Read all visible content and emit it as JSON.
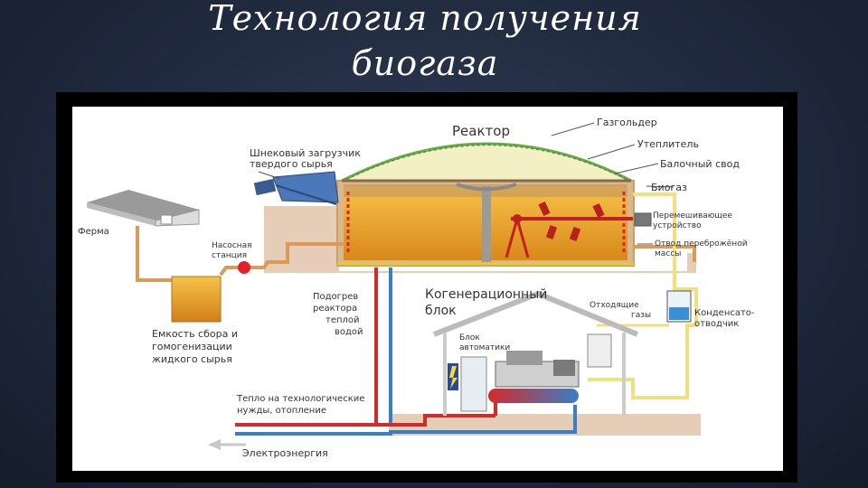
{
  "title": {
    "line1": "Технология получения",
    "line2": "биогаза"
  },
  "labels": {
    "reactor": "Реактор",
    "gasholder": "Газгольдер",
    "insulation": "Утеплитель",
    "beam_vault": "Балочный свод",
    "biogas": "Биогаз",
    "mixer_1": "Перемешивающее",
    "mixer_2": "устройство",
    "fermented_1": "Отвод переброжёной",
    "fermented_2": "массы",
    "screw_loader_1": "Шнековый загрузчик",
    "screw_loader_2": "твердого сырья",
    "farm": "Ферма",
    "pump_1": "Насосная",
    "pump_2": "станция",
    "tank_1": "Емкость сбора и",
    "tank_2": "гомогенизации",
    "tank_3": "жидкого сырья",
    "heating_1": "Подогрев",
    "heating_2": "реактора",
    "heating_3": "теплой",
    "heating_4": "водой",
    "cogen_1": "Когенерационный",
    "cogen_2": "блок",
    "exhaust_1": "Отходящие",
    "exhaust_2": "газы",
    "condensate_1": "Конденсато-",
    "condensate_2": "отводчик",
    "automation_1": "Блок",
    "automation_2": "автоматики",
    "heat_1": "Тепло на технологические",
    "heat_2": "нужды, отопление",
    "electricity": "Электроэнергия"
  },
  "colors": {
    "biomass": "#e8a42a",
    "dome": "#f2f0c4",
    "pipe_raw": "#d99a5a",
    "pipe_hot": "#d42a2a",
    "pipe_cold": "#3a7fc4",
    "pipe_gas": "#f0e080",
    "ground": "#e6cdb8"
  }
}
